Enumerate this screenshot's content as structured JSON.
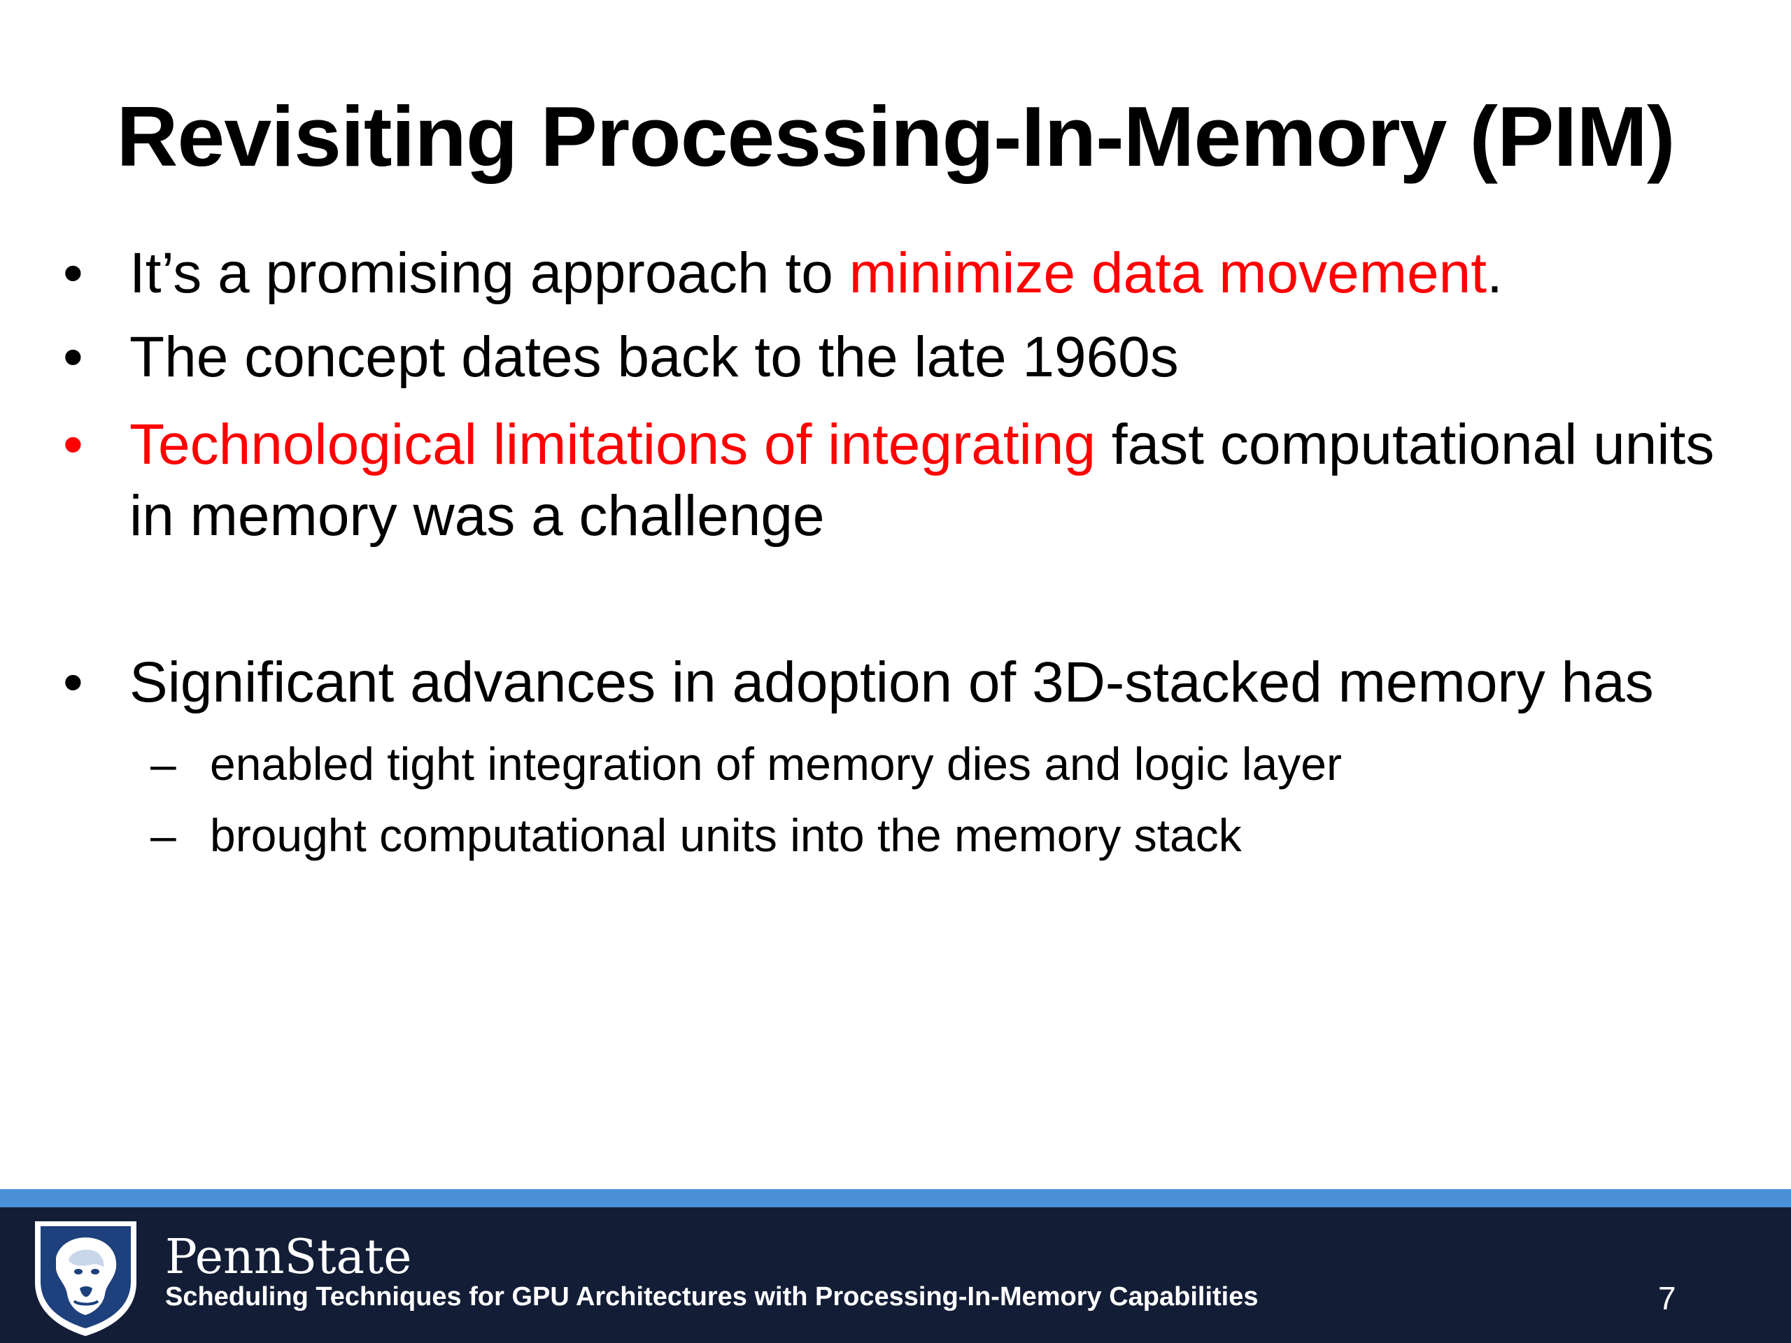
{
  "slide": {
    "title": "Revisiting Processing-In-Memory (PIM)",
    "bullets": [
      {
        "marker": "•",
        "pre": "It’s a promising approach to ",
        "highlight": "minimize data movement",
        "post": "."
      },
      {
        "marker": "•",
        "text": "The concept dates back to the late 1960s"
      },
      {
        "marker": "•",
        "highlight": "Technological limitations of integrating",
        "post": " fast computational units in memory was a challenge"
      },
      {
        "marker": "•",
        "text": "Significant advances in adoption of 3D-stacked memory has"
      }
    ],
    "sub_bullets": [
      {
        "marker": "–",
        "text": "enabled tight integration of memory dies and logic layer"
      },
      {
        "marker": "–",
        "text": "brought computational units into the memory stack"
      }
    ]
  },
  "footer": {
    "brand": "PennState",
    "subtitle": "Scheduling Techniques for GPU Architectures with Processing-In-Memory Capabilities",
    "page_number": "7",
    "logo_icon": "penn-state-shield-lion-icon"
  },
  "colors": {
    "highlight": "#ff0000",
    "footer_bg": "#131d36",
    "footer_accent": "#4a90d9"
  }
}
